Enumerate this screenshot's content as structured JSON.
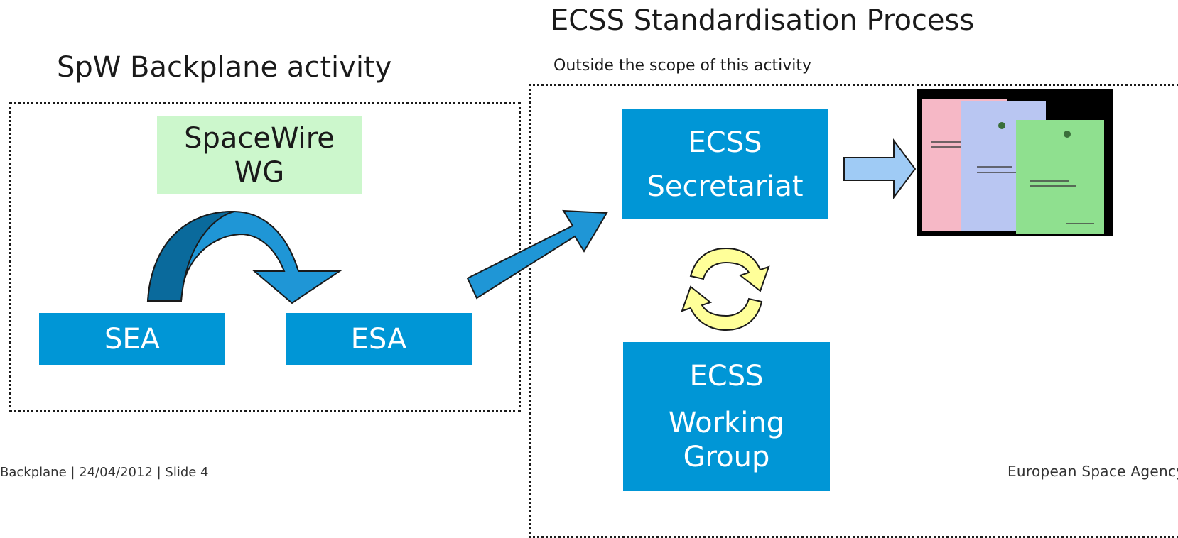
{
  "left_section": {
    "title": "SpW Backplane activity",
    "spacewire_wg": [
      "SpaceWire",
      "WG"
    ],
    "sea_label": "SEA",
    "esa_label": "ESA"
  },
  "right_section": {
    "title": "ECSS Standardisation Process",
    "subtitle": "Outside the scope of this activity",
    "secretariat": [
      "ECSS",
      "Secretariat"
    ],
    "working_group": [
      "ECSS",
      "Working",
      "Group"
    ]
  },
  "colors": {
    "box_blue": "#0096d6",
    "wg_green": "#ccf7cc",
    "arrow_light_blue": "#9fcbf5",
    "cycle_yellow": "#ffff99"
  },
  "footer": {
    "left": "Backplane | 24/04/2012 | Slide  4",
    "right": "European Space Agency"
  }
}
